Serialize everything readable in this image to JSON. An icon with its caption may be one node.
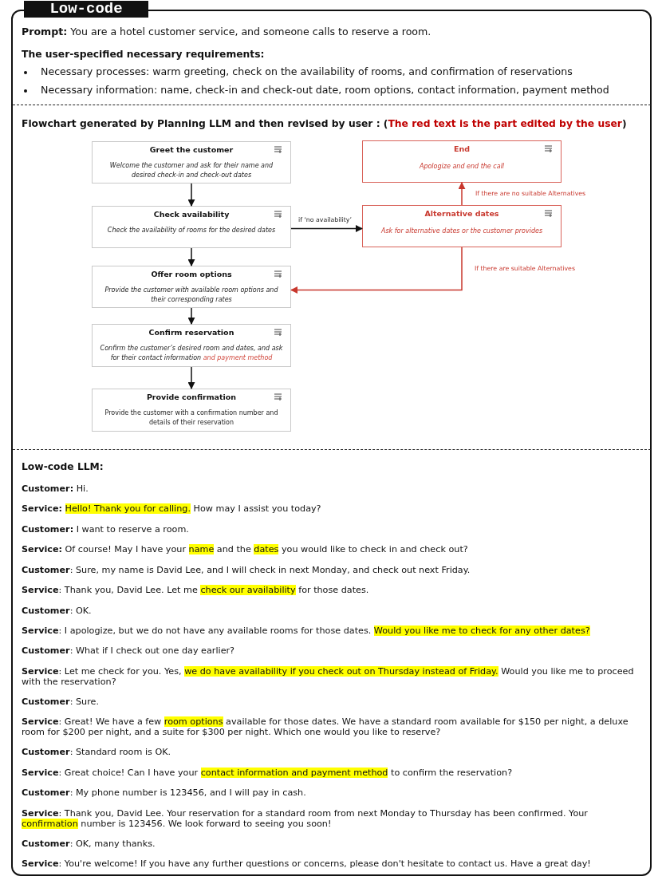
{
  "diagram": {
    "title": "Low-code",
    "nodes": [
      {
        "text": [
          "Greet the customer",
          "Welcome the customer and ask for their name and desired check-in and check-out dates"
        ]
      },
      {
        "text": [
          "Check availability",
          "Check the availability of rooms for the desired dates"
        ]
      },
      {
        "text": [
          "Offer room options",
          "Provide the customer with available room options and their corresponding rates"
        ]
      },
      {
        "text": [
          "Confirm reservation",
          "Confirm the customer’s desired room and dates, and ask for their contact information *and payment method*"
        ]
      },
      {
        "text": [
          "Provide confirmation",
          "Provide the customer with a confirmation number and details of their reservation"
        ]
      },
      {
        "text": [
          "End",
          "Apologize and end the call"
        ]
      },
      {
        "text": [
          "Alternative dates",
          "Ask for alternative dates  or the customer provides"
        ]
      }
    ],
    "edges": [
      {
        "from": 0,
        "to": 1,
        "arrow": "to"
      },
      {
        "from": 1,
        "to": 2,
        "arrow": "to"
      },
      {
        "from": 2,
        "to": 3,
        "arrow": "to"
      },
      {
        "from": 3,
        "to": 4,
        "arrow": "to"
      },
      {
        "from": 1,
        "to": 6,
        "arrow": "to",
        "label": "if ‘no availability’"
      },
      {
        "from": 6,
        "to": 5,
        "arrow": "to",
        "label": "If there are no suitable Alternatives",
        "color": "#c8372d"
      },
      {
        "from": 6,
        "to": 2,
        "arrow": "to",
        "label": "If there are suitable Alternatives",
        "color": "#c8372d"
      }
    ],
    "labels": [
      "**Prompt:** You are a hotel customer service, and someone calls to reserve a room.",
      "The user-specified necessary requirements:",
      "Necessary processes: warm greeting, check on the availability of rooms, and confirmation of reservations",
      "Necessary information: name, check-in and check-out date, room options, contact information, payment method",
      "Flowchart generated by Planning LLM and then revised by user : (*The red text is the part edited by the user*)",
      "Low-code LLM:",
      "**Customer:** Hi.",
      "**Service:** *Hello! Thank you for calling.* How may I assist you today?",
      "**Customer:** I want to reserve a room.",
      "**Service:** Of course! May I have your *name* and the *dates* you would like to check in and check out?",
      "**Customer**: Sure, my name is David Lee, and I will check in next Monday, and check out next Friday.",
      "**Service**: Thank you, David Lee. Let me *check our availability* for those dates.",
      "**Customer**: OK.",
      "**Service**: I apologize, but we do not have any available rooms for those dates. *Would you like me to check for any other dates?*",
      "**Customer**: What if I check out one day earlier?",
      "**Service**: Let me check for you. Yes, *we do have availability if you check out on Thursday instead of Friday.* Would you like me to proceed with the reservation?",
      "**Customer**: Sure.",
      "**Service**: Great! We have a few *room options* available for those dates. We have a standard room available for $150 per night, a deluxe room for $200 per night, and a suite for $300 per night. Which one would you like to reserve?",
      "**Customer**: Standard room is OK.",
      "**Service**: Great choice! Can I have your *contact information and payment method* to confirm the reservation?",
      "**Customer**: My phone number is 123456, and I will pay in cash.",
      "**Service**: Thank you, David Lee. Your reservation for a standard room from next Monday to Thursday has been confirmed. Your *confirmation* number is 123456. We look forward to seeing you soon!",
      "**Customer**: OK, many thanks.",
      "**Service**: You're welcome! If you have any further questions or concerns, please don't hesitate to contact us. Have a great day!"
    ]
  }
}
